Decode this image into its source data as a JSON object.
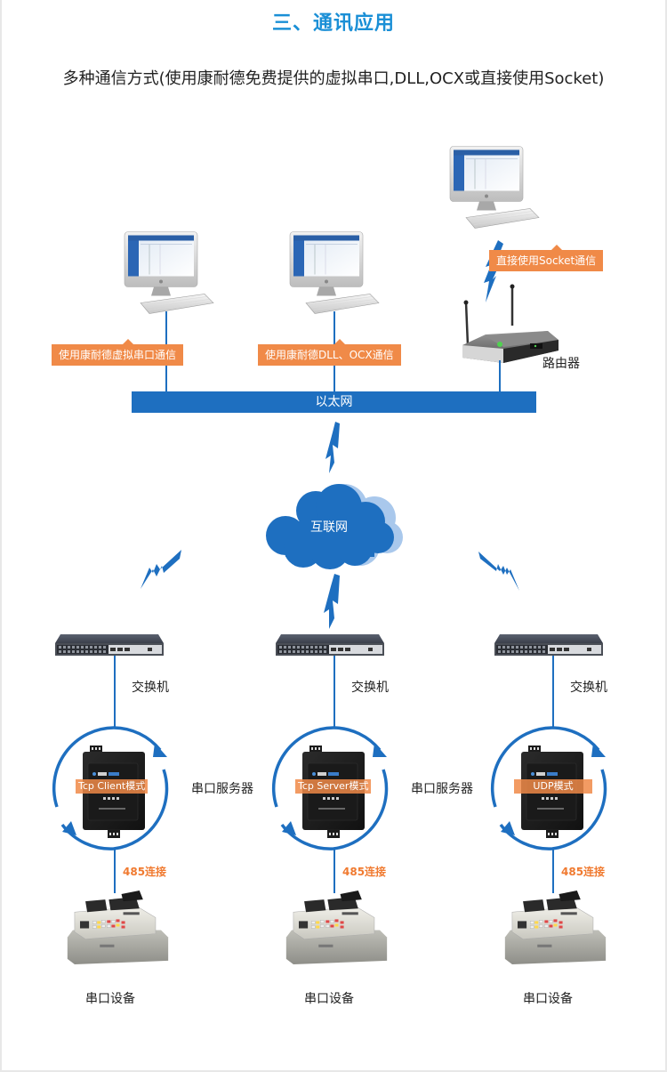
{
  "header": {
    "title": "三、通讯应用",
    "subtitle": "多种通信方式(使用康耐德免费提供的虚拟串口,DLL,OCX或直接使用Socket)"
  },
  "top_clients": [
    {
      "label": "使用康耐德虚拟串口通信",
      "device": "computer"
    },
    {
      "label": "使用康耐德DLL、OCX通信",
      "device": "computer"
    },
    {
      "label": "直接使用Socket通信",
      "device": "computer"
    }
  ],
  "router": {
    "label": "路由器"
  },
  "ethernet": {
    "label": "以太网"
  },
  "internet": {
    "label": "互联网"
  },
  "branches": [
    {
      "switch_label": "交换机",
      "mode_label": "Tcp Client模式",
      "server_label": "串口服务器",
      "link_label": "485连接",
      "device_label": "串口设备"
    },
    {
      "switch_label": "交换机",
      "mode_label": "Tcp Server模式",
      "server_label": "串口服务器",
      "link_label": "485连接",
      "device_label": "串口设备"
    },
    {
      "switch_label": "交换机",
      "mode_label": "UDP模式",
      "server_label": "",
      "link_label": "485连接",
      "device_label": "串口设备"
    }
  ],
  "colors": {
    "title": "#1a8fd6",
    "accent_blue": "#1e6fc0",
    "label_orange": "#f08a48",
    "text_orange": "#f07a30"
  }
}
